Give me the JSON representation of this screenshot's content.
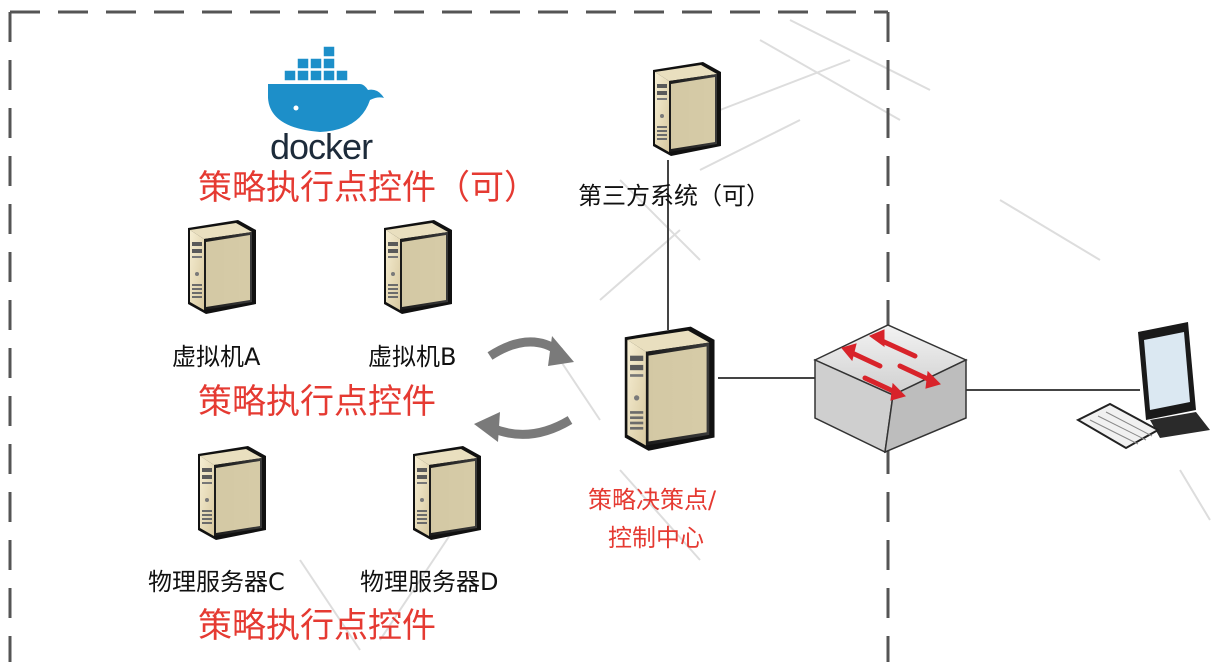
{
  "docker_logo": {
    "wordmark": "docker",
    "icon": "docker-whale-icon"
  },
  "labels": {
    "pep_optional": "策略执行点控件（可）",
    "third_party": "第三方系统（可）",
    "vm_a": "虚拟机A",
    "vm_b": "虚拟机B",
    "pep_vm": "策略执行点控件",
    "pdp_line1": "策略决策点/",
    "pdp_line2": "控制中心",
    "phys_c": "物理服务器C",
    "phys_d": "物理服务器D",
    "pep_phys": "策略执行点控件"
  },
  "watermark": "",
  "colors": {
    "accent_red": "#e53a32",
    "docker_blue": "#1d8fc9",
    "server_beige": "#ece1bf",
    "switch_gray": "#d9d9d9",
    "arrow_gray": "#7a7a7a"
  }
}
